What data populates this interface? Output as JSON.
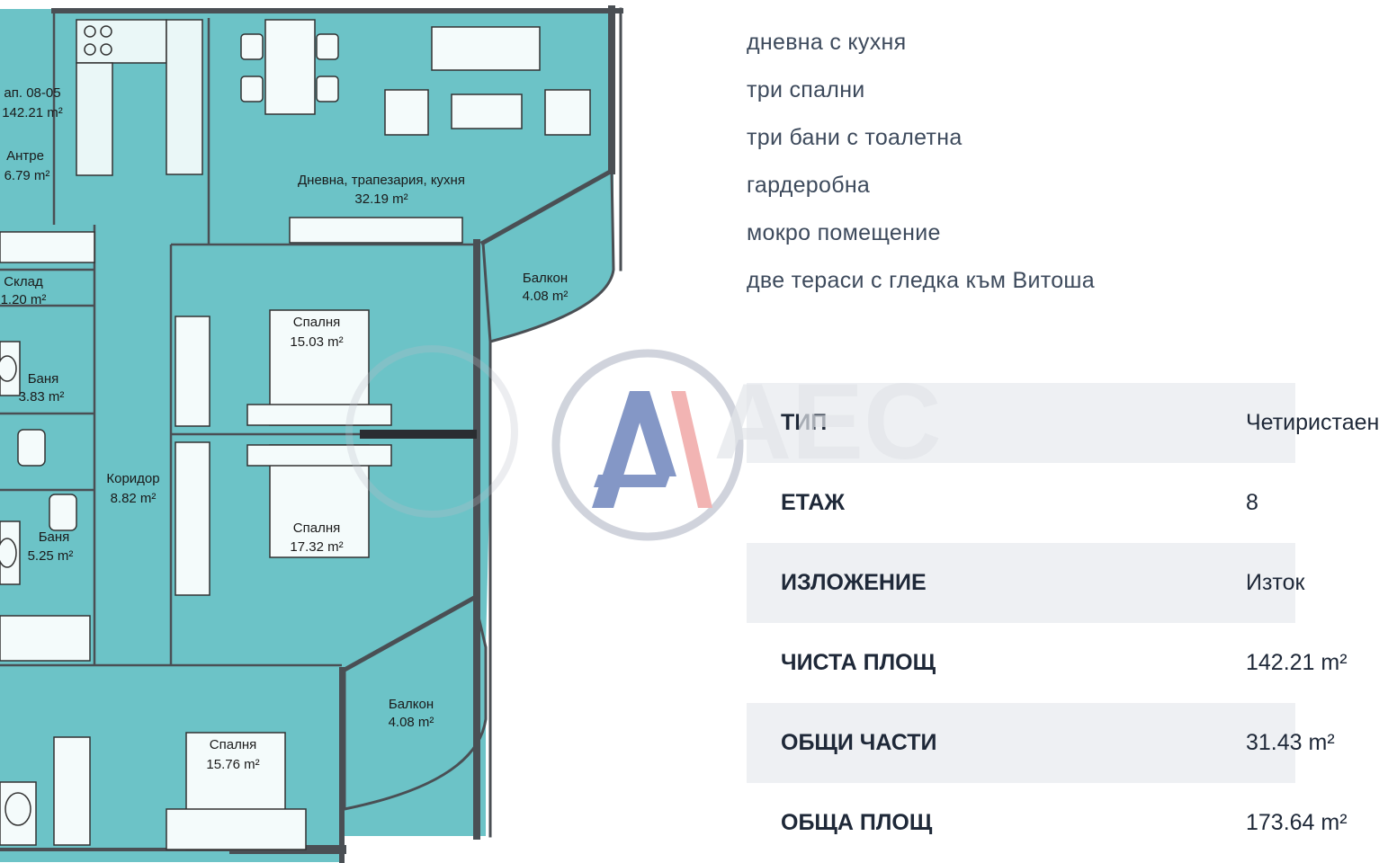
{
  "plan": {
    "unit_label": "ап. 08-05",
    "unit_area": "142.21 m²",
    "rooms": [
      {
        "name": "Антре",
        "area": "6.79 m²"
      },
      {
        "name": "Дневна, трапезария, кухня",
        "area": "32.19 m²"
      },
      {
        "name": "Балкон",
        "area": "4.08 m²"
      },
      {
        "name": "Склад",
        "area": "1.20 m²"
      },
      {
        "name": "Спалня",
        "area": "15.03 m²"
      },
      {
        "name": "Баня",
        "area": "3.83 m²"
      },
      {
        "name": "Коридор",
        "area": "8.82 m²"
      },
      {
        "name": "Спалня",
        "area": "17.32 m²"
      },
      {
        "name": "Баня",
        "area": "5.25 m²"
      },
      {
        "name": "Балкон",
        "area": "4.08 m²"
      },
      {
        "name": "Спалня",
        "area": "15.76 m²"
      }
    ]
  },
  "features": [
    "дневна с кухня",
    "три спални",
    "три бани с тоалетна",
    "гардеробна",
    "мокро помещение",
    "две тераси с гледка към Витоша"
  ],
  "specs": [
    {
      "key": "ТИП",
      "value": "Четиристаен"
    },
    {
      "key": "ЕТАЖ",
      "value": "8"
    },
    {
      "key": "ИЗЛОЖЕНИЕ",
      "value": "Изток"
    },
    {
      "key": "ЧИСТА ПЛОЩ",
      "value": "142.21 m²"
    },
    {
      "key": "ОБЩИ ЧАСТИ",
      "value": "31.43 m²"
    },
    {
      "key": "ОБЩА ПЛОЩ",
      "value": "173.64 m²"
    }
  ],
  "watermark": {
    "text": "AEC"
  },
  "colors": {
    "room": "#6cc3c7",
    "wall": "#4a4f54",
    "accent_blue": "#2f4a8a",
    "accent_red": "#e0504e"
  }
}
